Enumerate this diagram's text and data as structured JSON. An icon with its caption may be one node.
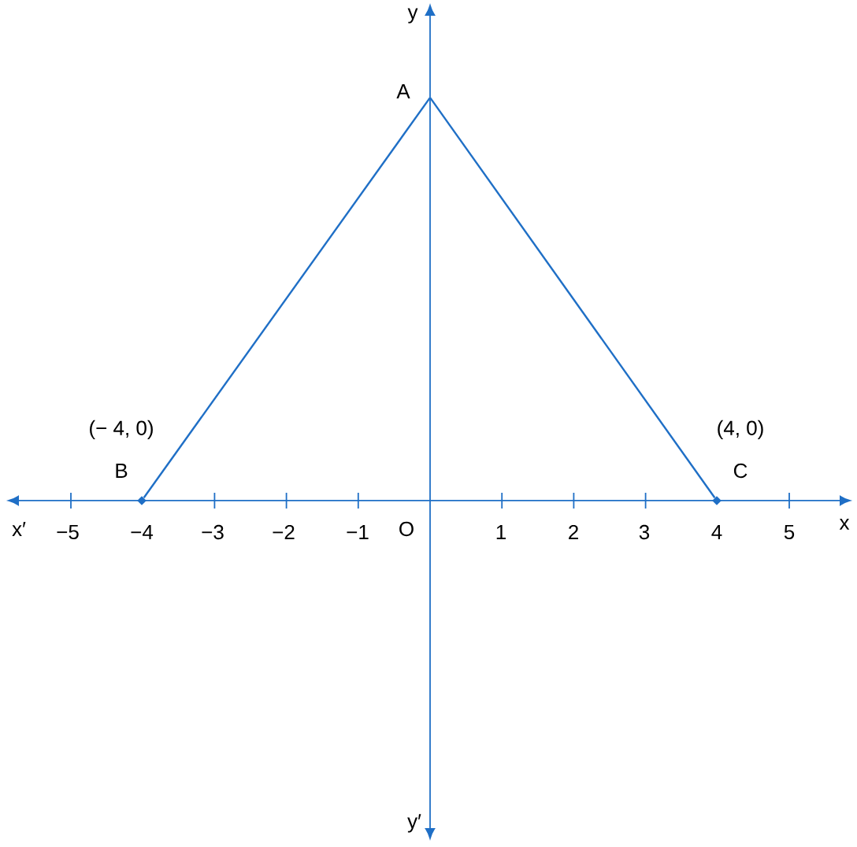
{
  "diagram": {
    "nodes": [
      {
        "text": [
          "A"
        ]
      },
      {
        "text": [
          "B"
        ],
        "beside": [
          "(− 4, 0)"
        ]
      },
      {
        "text": [
          "C"
        ],
        "beside": [
          "(4, 0)"
        ]
      }
    ],
    "edges": [
      {
        "from": 0,
        "to": 1,
        "arrow": "none"
      },
      {
        "from": 0,
        "to": 2,
        "arrow": "none"
      }
    ],
    "labels": [
      "y",
      "x′",
      "−5",
      "−4",
      "−3",
      "−2",
      "−1",
      "O",
      "1",
      "2",
      "3",
      "4",
      "5",
      "x",
      "y′"
    ]
  }
}
